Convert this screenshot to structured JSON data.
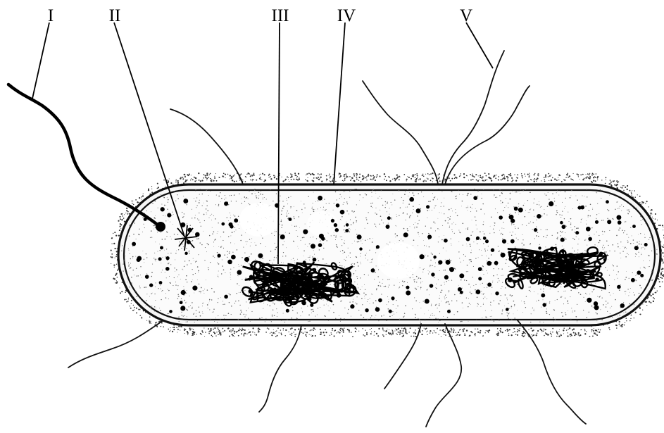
{
  "labels": {
    "l1": "I",
    "l2": "II",
    "l3": "III",
    "l4": "IV",
    "l5": "V"
  },
  "colors": {
    "ink": "#000000",
    "stipple": "#444444",
    "capsule_line": "#111111"
  }
}
